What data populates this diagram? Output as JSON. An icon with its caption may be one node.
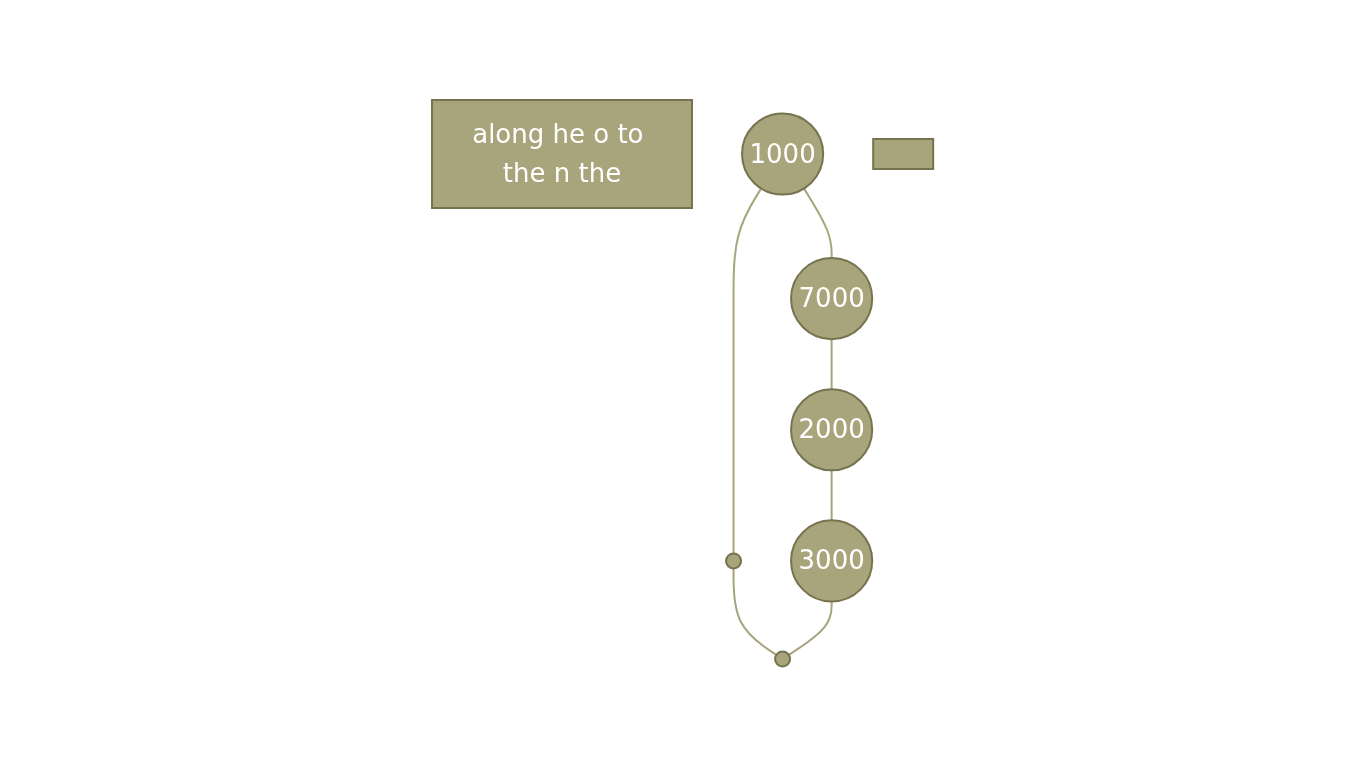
{
  "diagram": {
    "nodes": [
      {
        "text": [
          "along he o to the n the"
        ]
      },
      {
        "text": [
          "1000"
        ]
      },
      {
        "text": [
          "7000"
        ]
      },
      {
        "text": [],
        "shape": "circle"
      },
      {
        "text": [
          "2000"
        ]
      },
      {
        "text": [
          "3000"
        ]
      },
      {
        "text": [],
        "shape": "circle"
      },
      {
        "text": [],
        "shape": "box"
      }
    ],
    "edges": [
      {
        "from": 1,
        "to": 2,
        "arrow": "none"
      },
      {
        "from": 1,
        "to": 3,
        "arrow": "none"
      },
      {
        "from": 2,
        "to": 4,
        "arrow": "none"
      },
      {
        "from": 3,
        "to": 6,
        "arrow": "none"
      },
      {
        "from": 4,
        "to": 5,
        "arrow": "none"
      },
      {
        "from": 5,
        "to": 6,
        "arrow": "none"
      }
    ]
  }
}
